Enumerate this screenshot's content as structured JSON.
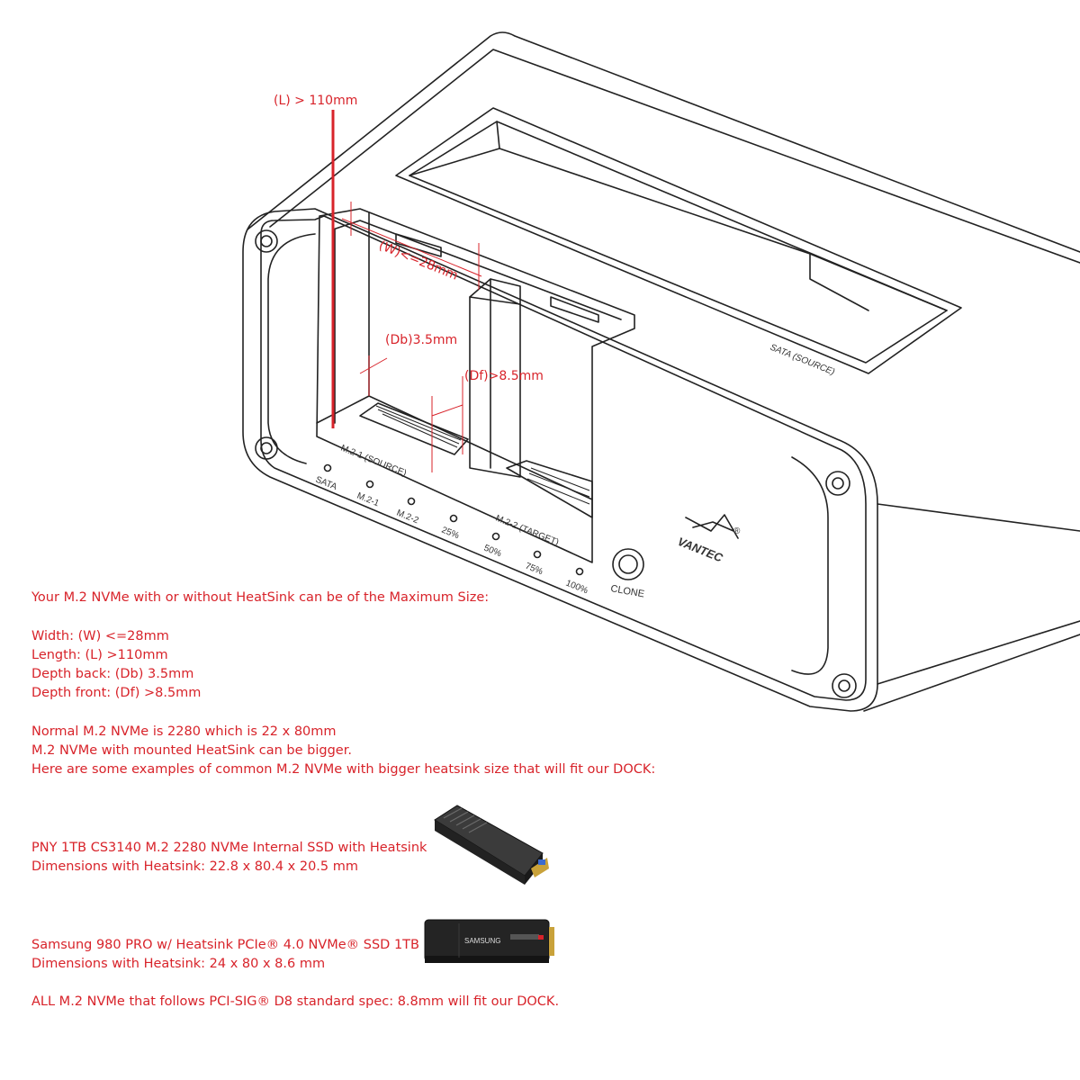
{
  "diagram": {
    "dimension_labels": {
      "length": "(L) > 110mm",
      "width": "(W)<=28mm",
      "depth_back": "(Db)3.5mm",
      "depth_front": "(Df)>8.5mm"
    },
    "slot_labels": {
      "sata": "SATA (SOURCE)",
      "m2_1": "M.2-1 (SOURCE)",
      "m2_2": "M.2-2 (TARGET)"
    },
    "led_labels": [
      "SATA",
      "M.2-1",
      "M.2-2",
      "25%",
      "50%",
      "75%",
      "100%"
    ],
    "clone_label": "CLONE",
    "brand": "VANTEC",
    "registered": "®"
  },
  "text": {
    "intro": "Your M.2 NVMe with or without HeatSink can be of the Maximum Size:",
    "specs": [
      "Width: (W) <=28mm",
      "Length: (L) >110mm",
      "Depth back: (Db) 3.5mm",
      "Depth front: (Df) >8.5mm"
    ],
    "notes": [
      "Normal M.2 NVMe is 2280 which is 22 x 80mm",
      "M.2 NVMe with mounted HeatSink can be bigger.",
      "Here are some examples of common M.2 NVMe with bigger heatsink size that will fit our DOCK:"
    ],
    "examples": [
      {
        "name": "PNY 1TB CS3140 M.2 2280 NVMe Internal SSD with Heatsink",
        "dims": "Dimensions with Heatsink: 22.8 x 80.4 x 20.5 mm"
      },
      {
        "name": "Samsung 980 PRO w/ Heatsink PCIe® 4.0 NVMe® SSD 1TB",
        "dims": "Dimensions with Heatsink: 24 x 80 x 8.6 mm"
      }
    ],
    "footer": "ALL M.2 NVMe that follows PCI-SIG® D8 standard spec: 8.8mm will fit our DOCK.",
    "samsung_brand": "SAMSUNG"
  },
  "colors": {
    "annotation": "#d8232a",
    "line_art": "#222222",
    "ssd_dark": "#2a2a2a"
  }
}
